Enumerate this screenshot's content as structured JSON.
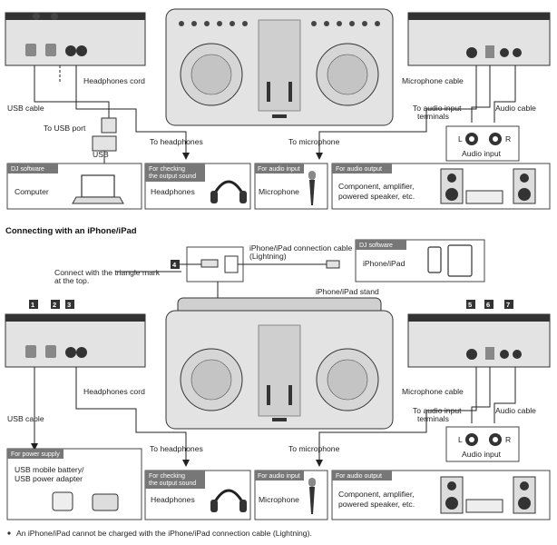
{
  "top": {
    "labels": {
      "headphones_cord": "Headphones cord",
      "microphone_cable": "Microphone cable",
      "usb_cable": "USB cable",
      "to_usb_port": "To USB port",
      "usb": "USB",
      "to_audio_input_terminals": "To audio input\nterminals",
      "audio_cable": "Audio cable",
      "l": "L",
      "r": "R",
      "audio_input": "Audio input",
      "to_headphones": "To headphones",
      "to_microphone": "To microphone"
    },
    "boxes": {
      "dj_software": {
        "header": "DJ software",
        "body": "Computer"
      },
      "checking_sound": {
        "header": "For checking\nthe output sound",
        "body": "Headphones"
      },
      "audio_input": {
        "header": "For audio input",
        "body": "Microphone"
      },
      "audio_output": {
        "header": "For audio output",
        "body": "Component, amplifier,\npowered speaker, etc."
      }
    }
  },
  "section_title": "Connecting with an iPhone/iPad",
  "bottom": {
    "labels": {
      "connection_cable": "iPhone/iPad connection cable\n(Lightning)",
      "triangle_mark": "Connect with the triangle mark\nat the top.",
      "stand": "iPhone/iPad stand",
      "headphones_cord": "Headphones cord",
      "microphone_cable": "Microphone cable",
      "usb_cable": "USB cable",
      "to_audio_input_terminals": "To audio input\nterminals",
      "audio_cable": "Audio cable",
      "l": "L",
      "r": "R",
      "audio_input": "Audio input",
      "to_headphones": "To headphones",
      "to_microphone": "To microphone"
    },
    "callouts": [
      "1",
      "2",
      "3",
      "4",
      "5",
      "6",
      "7"
    ],
    "boxes": {
      "dj_software": {
        "header": "DJ software",
        "body": "iPhone/iPad"
      },
      "power_supply": {
        "header": "For power supply",
        "body": "USB mobile battery/\nUSB power adapter"
      },
      "checking_sound": {
        "header": "For checking\nthe output sound",
        "body": "Headphones"
      },
      "audio_input": {
        "header": "For audio input",
        "body": "Microphone"
      },
      "audio_output": {
        "header": "For audio output",
        "body": "Component, amplifier,\npowered speaker, etc."
      }
    }
  },
  "footnote": "An iPhone/iPad cannot be charged with the iPhone/iPad connection cable (Lightning)."
}
